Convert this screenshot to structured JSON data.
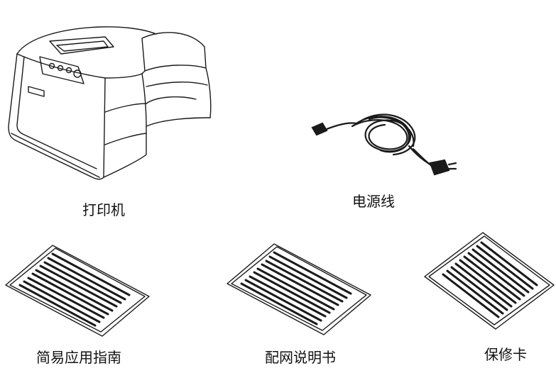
{
  "items": [
    {
      "label": "打印机"
    },
    {
      "label": "电源线"
    },
    {
      "label": "简易应用指南"
    },
    {
      "label": "配网说明书"
    },
    {
      "label": "保修卡"
    }
  ],
  "colors": {
    "line": "#1a1a1a",
    "background": "#ffffff"
  }
}
